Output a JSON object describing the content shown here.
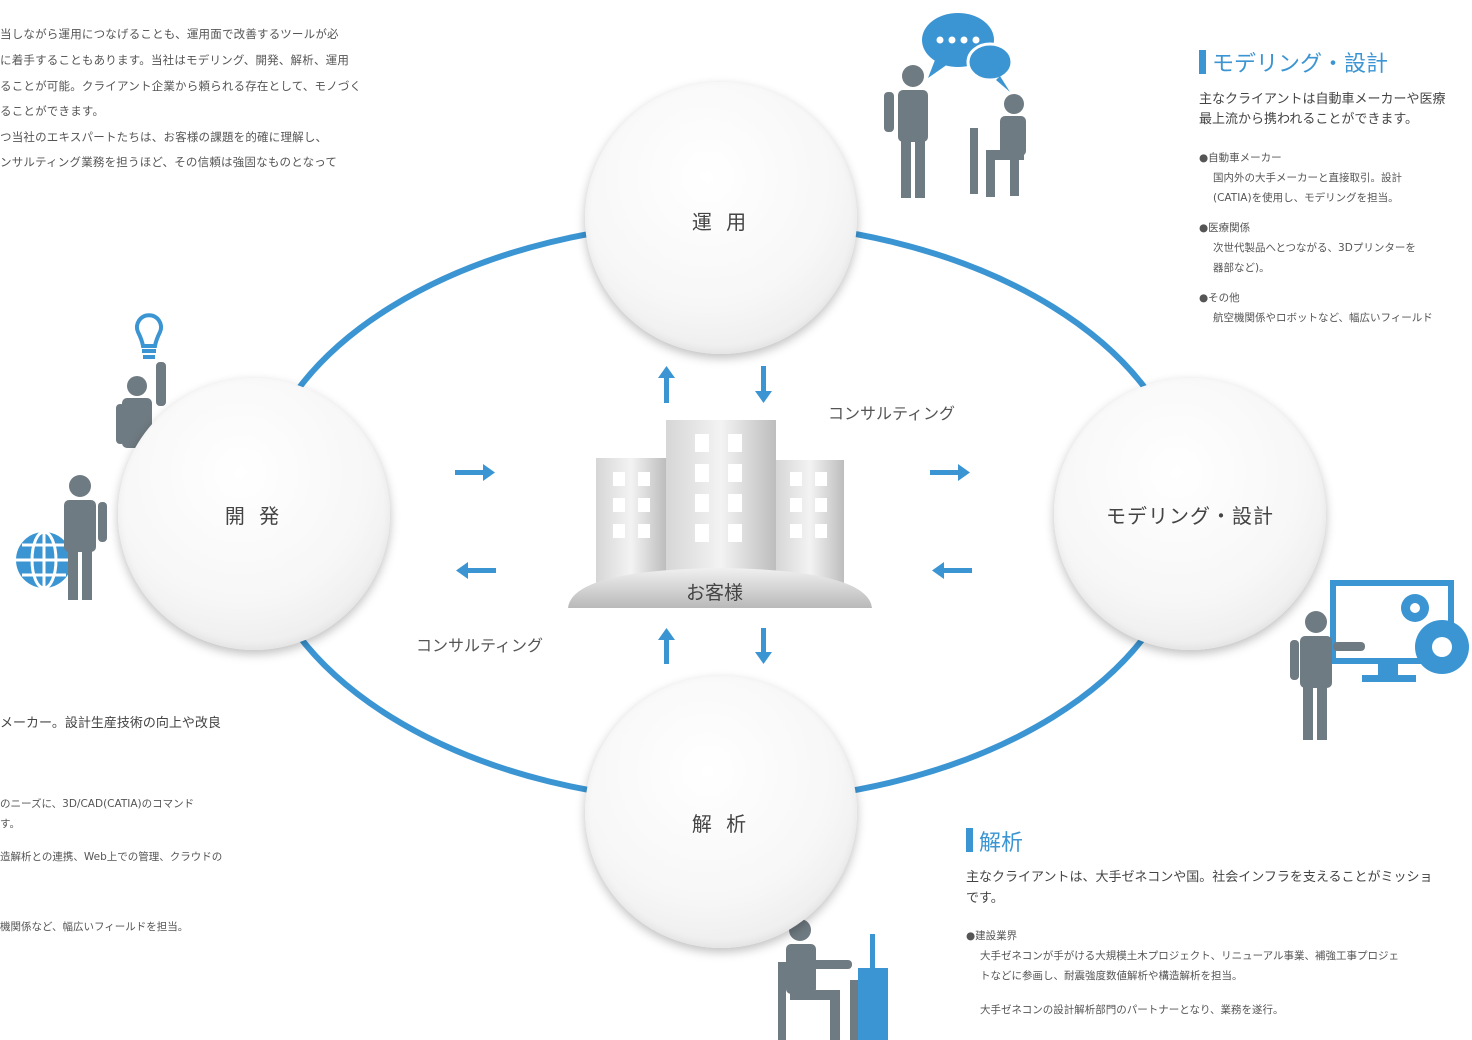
{
  "nodes": {
    "top": "運 用",
    "left": "開 発",
    "right": "モデリング・設計",
    "bottom": "解 析",
    "center": "お客様"
  },
  "consulting_top": "コンサルティング",
  "consulting_bottom": "コンサルティング",
  "top_left_text": [
    "当しながら運用につなげることも、運用面で改善するツールが必",
    "に着手することもあります。当社はモデリング、開発、解析、運用",
    "ることが可能。クライアント企業から頼られる存在として、モノづく",
    "ることができます。",
    "つ当社のエキスパートたちは、お客様の課題を的確に理解し、",
    "ンサルティング業務を担うほど、その信頼は強固なものとなって"
  ],
  "bottom_left_text": {
    "line1": "メーカー。設計生産技術の向上や改良",
    "line2": "のニーズに、3D/CAD(CATIA)のコマンド",
    "line3": "す。",
    "line4": "造解析との連携、Web上での管理、クラウドの",
    "line5": "機関係など、幅広いフィールドを担当。"
  },
  "modeling_panel": {
    "heading": "モデリング・設計",
    "intro1": "主なクライアントは自動車メーカーや医療",
    "intro2": "最上流から携われることができます。",
    "b1_title": "●自動車メーカー",
    "b1_l1": "国内外の大手メーカーと直接取引。設計",
    "b1_l2": "(CATIA)を使用し、モデリングを担当。",
    "b2_title": "●医療関係",
    "b2_l1": "次世代製品へとつながる、3Dプリンターを",
    "b2_l2": "器部など)。",
    "b3_title": "●その他",
    "b3_l1": "航空機関係やロボットなど、幅広いフィールド"
  },
  "analysis_panel": {
    "heading": "解析",
    "intro1": "主なクライアントは、大手ゼネコンや国。社会インフラを支えることがミッショ",
    "intro2": "です。",
    "b1_title": "●建設業界",
    "b1_l1": "大手ゼネコンが手がける大規模土木プロジェクト、リニューアル事業、補強工事プロジェ",
    "b1_l2": "トなどに参画し、耐震強度数値解析や構造解析を担当。",
    "b1_l3": "大手ゼネコンの設計解析部門のパートナーとなり、業務を遂行。"
  },
  "colors": {
    "accent": "#3b95d3",
    "figure": "#6f7b82"
  },
  "icons": [
    "speech-bubble-icon",
    "lightbulb-icon",
    "globe-icon",
    "monitor-gear-icon",
    "building-icon"
  ]
}
